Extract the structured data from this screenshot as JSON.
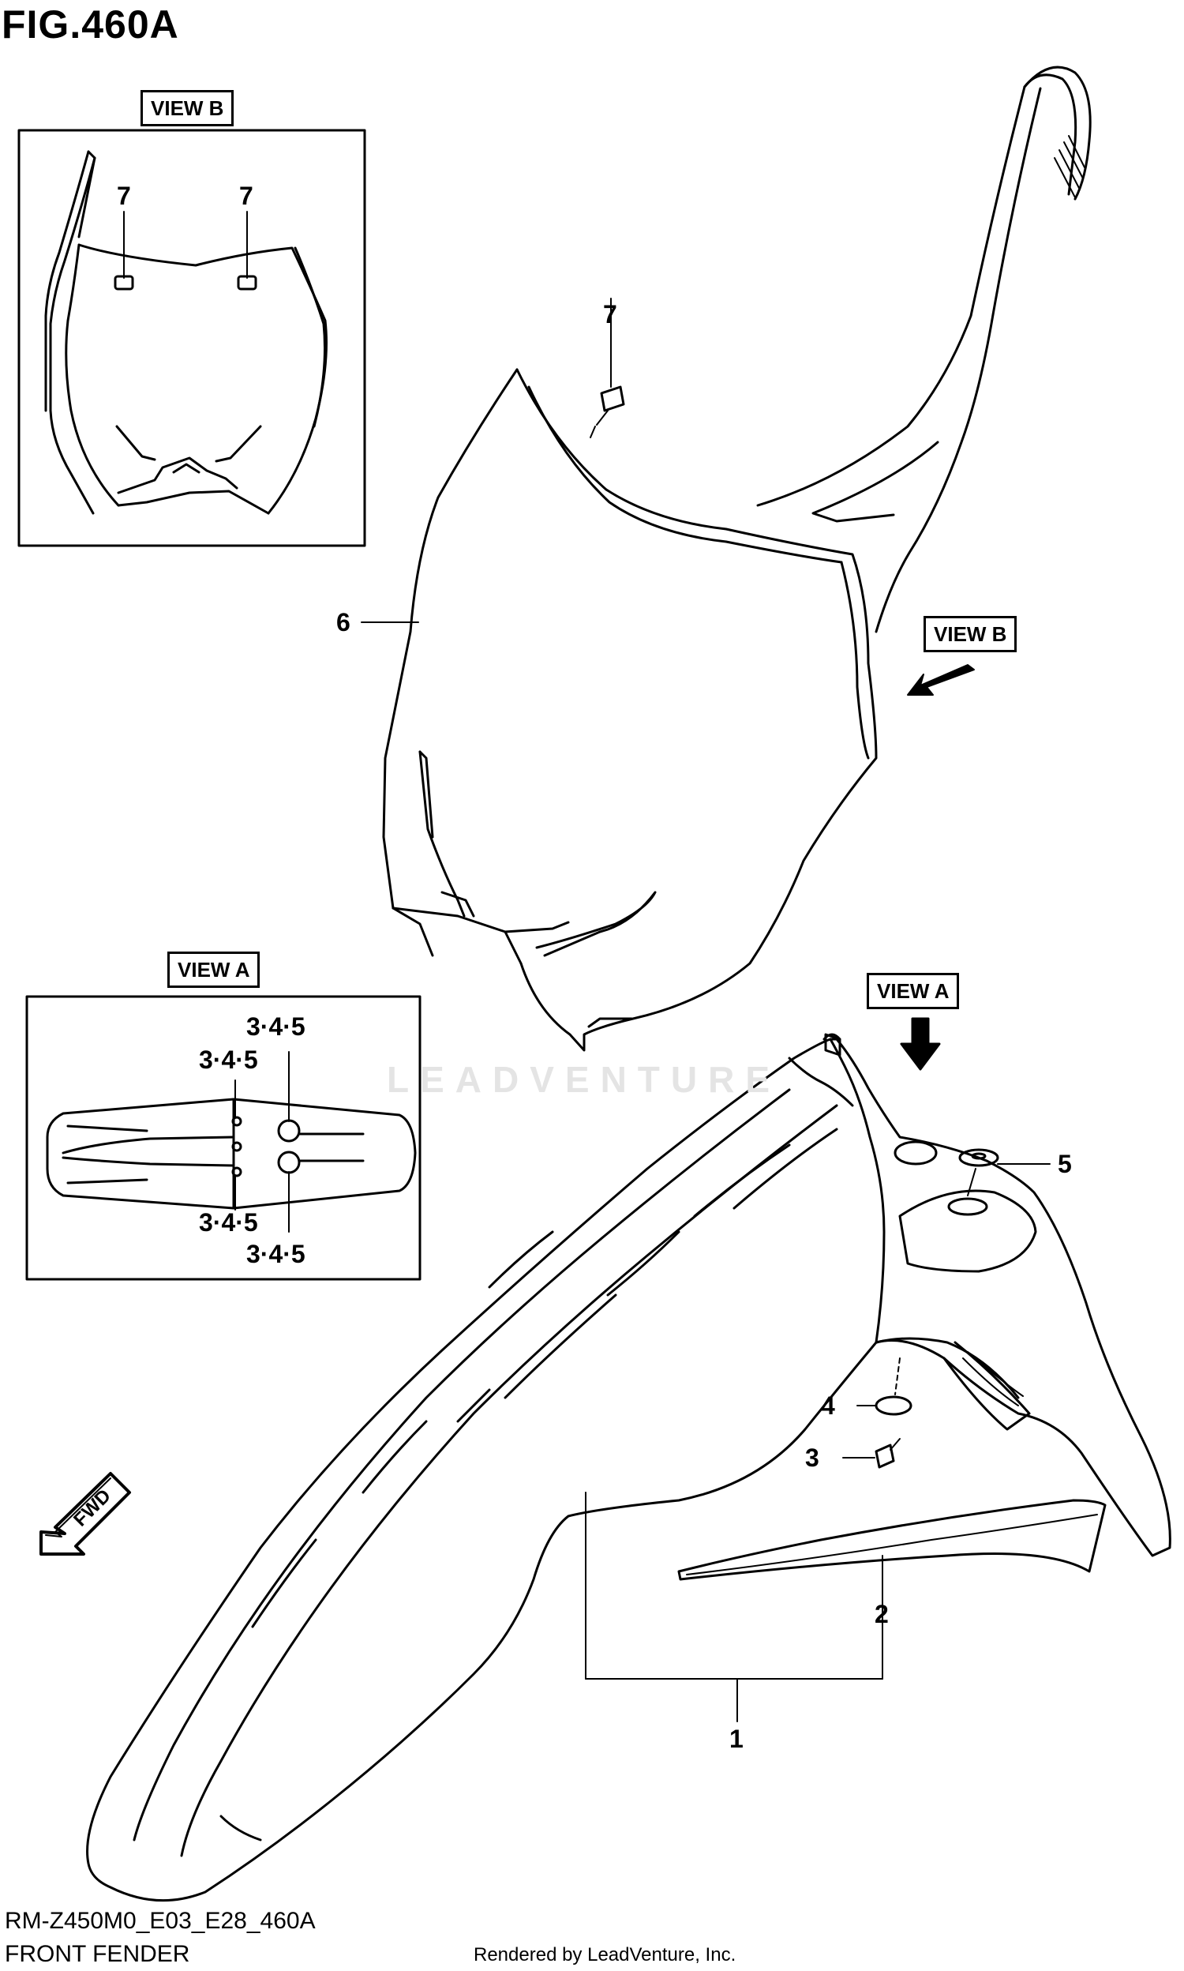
{
  "figure": {
    "title": "FIG.460A",
    "code": "RM-Z450M0_E03_E28_460A",
    "name": "FRONT FENDER",
    "rendered_by": "Rendered by LeadVenture, Inc.",
    "watermark": "LEADVENTURE"
  },
  "views": {
    "view_a_label": "VIEW A",
    "view_b_label": "VIEW B",
    "fwd_label": "FWD"
  },
  "callouts": {
    "p1": "1",
    "p2": "2",
    "p3": "3",
    "p4": "4",
    "p5": "5",
    "p6": "6",
    "p7_main": "7",
    "p7_view_left": "7",
    "p7_view_right": "7",
    "va_top_right": "3·4·5",
    "va_top_left": "3·4·5",
    "va_bottom_left": "3·4·5",
    "va_bottom_right": "3·4·5"
  },
  "colors": {
    "line": "#000000",
    "background": "#ffffff",
    "watermark": "#e4e4e4"
  }
}
